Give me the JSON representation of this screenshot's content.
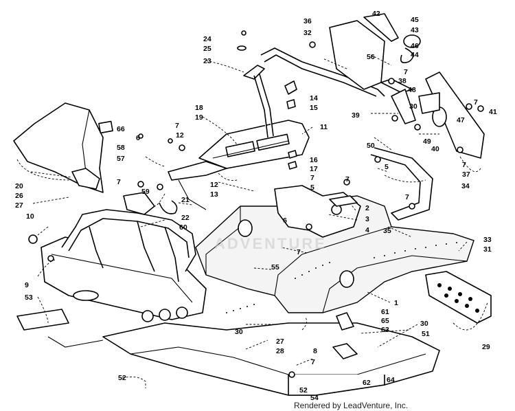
{
  "diagram": {
    "callouts": [
      {
        "label": "1"
      },
      {
        "label": "2"
      },
      {
        "label": "3"
      },
      {
        "label": "4"
      },
      {
        "label": "5"
      },
      {
        "label": "5"
      },
      {
        "label": "6"
      },
      {
        "label": "6"
      },
      {
        "label": "7"
      },
      {
        "label": "7"
      },
      {
        "label": "7"
      },
      {
        "label": "7"
      },
      {
        "label": "7"
      },
      {
        "label": "7"
      },
      {
        "label": "7"
      },
      {
        "label": "7"
      },
      {
        "label": "7"
      },
      {
        "label": "7"
      },
      {
        "label": "8"
      },
      {
        "label": "9"
      },
      {
        "label": "10"
      },
      {
        "label": "11"
      },
      {
        "label": "12"
      },
      {
        "label": "12"
      },
      {
        "label": "13"
      },
      {
        "label": "14"
      },
      {
        "label": "15"
      },
      {
        "label": "16"
      },
      {
        "label": "17"
      },
      {
        "label": "18"
      },
      {
        "label": "19"
      },
      {
        "label": "20"
      },
      {
        "label": "21"
      },
      {
        "label": "22"
      },
      {
        "label": "23"
      },
      {
        "label": "24"
      },
      {
        "label": "25"
      },
      {
        "label": "26"
      },
      {
        "label": "27"
      },
      {
        "label": "27"
      },
      {
        "label": "28"
      },
      {
        "label": "29"
      },
      {
        "label": "30"
      },
      {
        "label": "30"
      },
      {
        "label": "30"
      },
      {
        "label": "31"
      },
      {
        "label": "32"
      },
      {
        "label": "33"
      },
      {
        "label": "34"
      },
      {
        "label": "35"
      },
      {
        "label": "36"
      },
      {
        "label": "37"
      },
      {
        "label": "38"
      },
      {
        "label": "39"
      },
      {
        "label": "40"
      },
      {
        "label": "41"
      },
      {
        "label": "42"
      },
      {
        "label": "43"
      },
      {
        "label": "44"
      },
      {
        "label": "45"
      },
      {
        "label": "46"
      },
      {
        "label": "47"
      },
      {
        "label": "48"
      },
      {
        "label": "49"
      },
      {
        "label": "50"
      },
      {
        "label": "51"
      },
      {
        "label": "52"
      },
      {
        "label": "52"
      },
      {
        "label": "53"
      },
      {
        "label": "54"
      },
      {
        "label": "55"
      },
      {
        "label": "56"
      },
      {
        "label": "57"
      },
      {
        "label": "58"
      },
      {
        "label": "59"
      },
      {
        "label": "60"
      },
      {
        "label": "61"
      },
      {
        "label": "62"
      },
      {
        "label": "63"
      },
      {
        "label": "64"
      },
      {
        "label": "65"
      },
      {
        "label": "66"
      }
    ],
    "watermark": "ADVENTURE",
    "credit": "Rendered by LeadVenture, Inc."
  }
}
